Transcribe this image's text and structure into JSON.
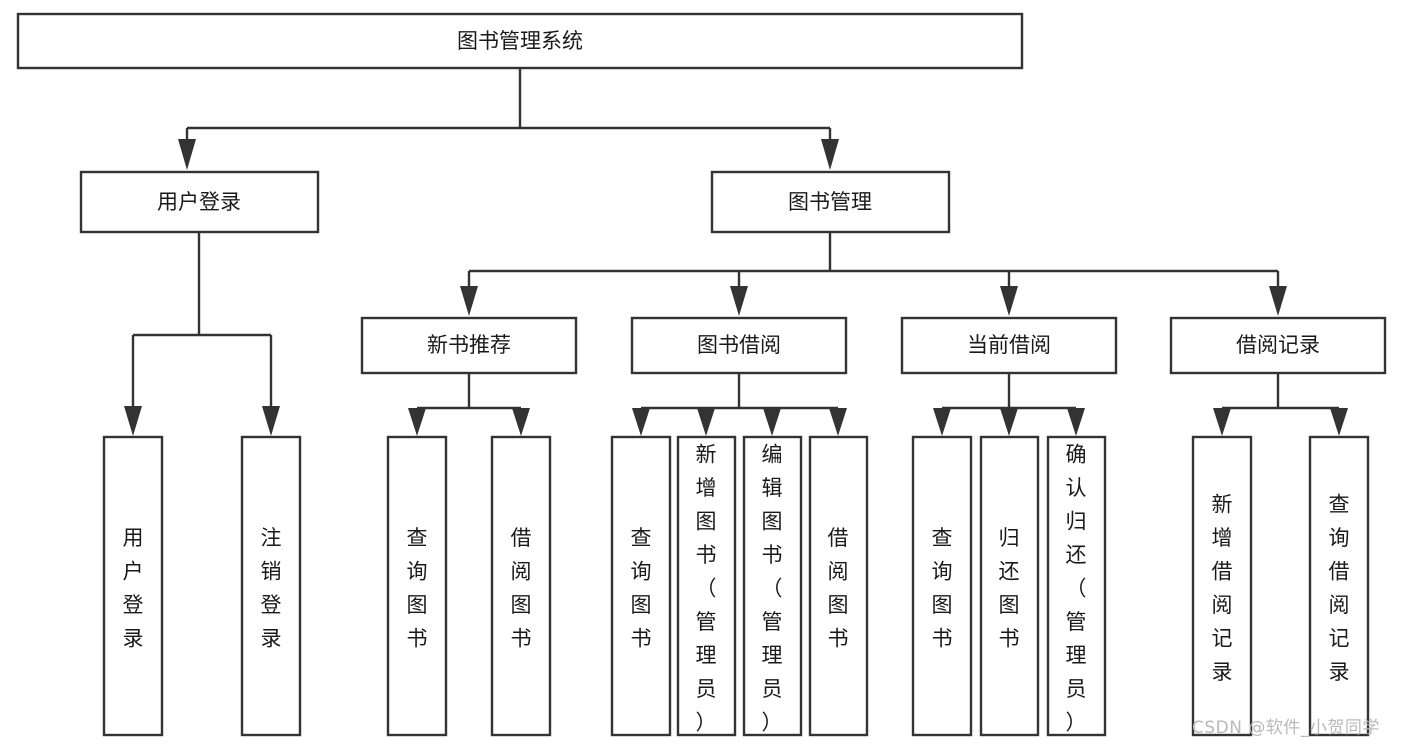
{
  "diagram": {
    "type": "tree-hierarchy-chart",
    "title": "图书管理系统",
    "orientation": "top-down",
    "style": {
      "box_fill": "#ffffff",
      "box_stroke": "#333333",
      "text_color": "#1a1a1a",
      "background": "#ffffff",
      "watermark_color": "#b9b9b9"
    },
    "levels": [
      {
        "level": 0,
        "nodes": [
          {
            "id": "root",
            "label": "图书管理系统",
            "orientation": "horizontal"
          }
        ]
      },
      {
        "level": 1,
        "nodes": [
          {
            "id": "login",
            "label": "用户登录",
            "orientation": "horizontal",
            "parent": "root"
          },
          {
            "id": "bookmgmt",
            "label": "图书管理",
            "orientation": "horizontal",
            "parent": "root"
          }
        ]
      },
      {
        "level": 2,
        "nodes": [
          {
            "id": "newbook",
            "label": "新书推荐",
            "orientation": "horizontal",
            "parent": "bookmgmt"
          },
          {
            "id": "borrow",
            "label": "图书借阅",
            "orientation": "horizontal",
            "parent": "bookmgmt"
          },
          {
            "id": "current",
            "label": "当前借阅",
            "orientation": "horizontal",
            "parent": "bookmgmt"
          },
          {
            "id": "records",
            "label": "借阅记录",
            "orientation": "horizontal",
            "parent": "bookmgmt"
          }
        ]
      },
      {
        "level": 3,
        "nodes": [
          {
            "id": "leaf-1",
            "label": "用户登录",
            "orientation": "vertical",
            "parent": "login"
          },
          {
            "id": "leaf-2",
            "label": "注销登录",
            "orientation": "vertical",
            "parent": "login"
          },
          {
            "id": "leaf-3",
            "label": "查询图书",
            "orientation": "vertical",
            "parent": "newbook"
          },
          {
            "id": "leaf-4",
            "label": "借阅图书",
            "orientation": "vertical",
            "parent": "newbook"
          },
          {
            "id": "leaf-5",
            "label": "查询图书",
            "orientation": "vertical",
            "parent": "borrow"
          },
          {
            "id": "leaf-6",
            "label": "新增图书（管理员）",
            "orientation": "vertical",
            "parent": "borrow"
          },
          {
            "id": "leaf-7",
            "label": "编辑图书（管理员）",
            "orientation": "vertical",
            "parent": "borrow"
          },
          {
            "id": "leaf-8",
            "label": "借阅图书",
            "orientation": "vertical",
            "parent": "borrow"
          },
          {
            "id": "leaf-9",
            "label": "查询图书",
            "orientation": "vertical",
            "parent": "current"
          },
          {
            "id": "leaf-10",
            "label": "归还图书",
            "orientation": "vertical",
            "parent": "current"
          },
          {
            "id": "leaf-11",
            "label": "确认归还（管理员）",
            "orientation": "vertical",
            "parent": "current"
          },
          {
            "id": "leaf-12",
            "label": "新增借阅记录",
            "orientation": "vertical",
            "parent": "records"
          },
          {
            "id": "leaf-13",
            "label": "查询借阅记录",
            "orientation": "vertical",
            "parent": "records"
          }
        ]
      }
    ]
  },
  "watermark": {
    "text": "CSDN @软件_小贺同学"
  }
}
